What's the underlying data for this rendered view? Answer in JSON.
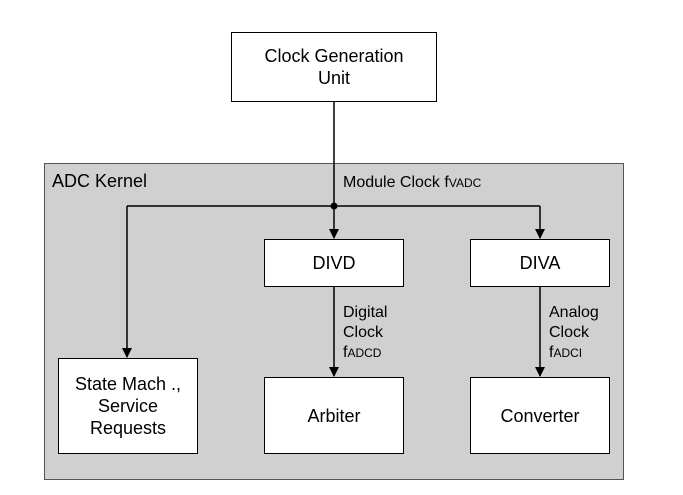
{
  "clock_unit": {
    "line1": "Clock Generation",
    "line2": "Unit"
  },
  "kernel": {
    "label": "ADC Kernel"
  },
  "module_clock": {
    "text": "Module Clock f",
    "subscript": "VADC"
  },
  "divd": {
    "label": "DIVD"
  },
  "diva": {
    "label": "DIVA"
  },
  "digital_clock": {
    "line1": "Digital",
    "line2": "Clock",
    "f": "f",
    "subscript": "ADCD"
  },
  "analog_clock": {
    "line1": "Analog",
    "line2": "Clock",
    "f": "f",
    "subscript": "ADCI"
  },
  "state_machine": {
    "line1": "State Mach .,",
    "line2": "Service",
    "line3": "Requests"
  },
  "arbiter": {
    "label": "Arbiter"
  },
  "converter": {
    "label": "Converter"
  }
}
